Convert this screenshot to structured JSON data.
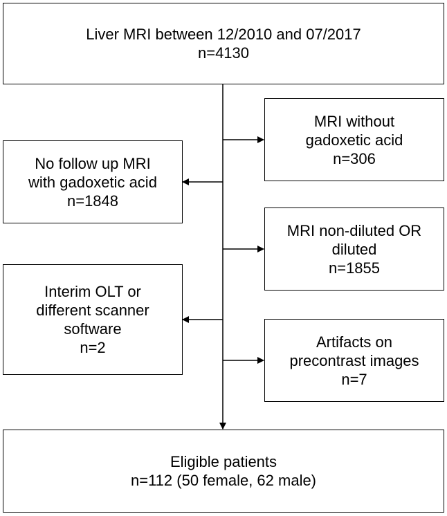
{
  "boxes": {
    "top": {
      "lines": [
        "Liver MRI between 12/2010 and 07/2017",
        "n=4130"
      ]
    },
    "mri_without": {
      "lines": [
        "MRI without",
        "gadoxetic acid",
        "n=306"
      ]
    },
    "no_followup": {
      "lines": [
        "No follow up MRI",
        "with gadoxetic acid",
        "n=1848"
      ]
    },
    "non_diluted": {
      "lines": [
        "MRI non-diluted OR",
        "diluted",
        "n=1855"
      ]
    },
    "interim": {
      "lines": [
        "Interim OLT or",
        "different scanner",
        "software",
        "n=2"
      ]
    },
    "artifacts": {
      "lines": [
        "Artifacts on",
        "precontrast images",
        "n=7"
      ]
    },
    "eligible": {
      "lines": [
        "Eligible patients",
        "n=112 (50 female, 62 male)"
      ]
    }
  }
}
